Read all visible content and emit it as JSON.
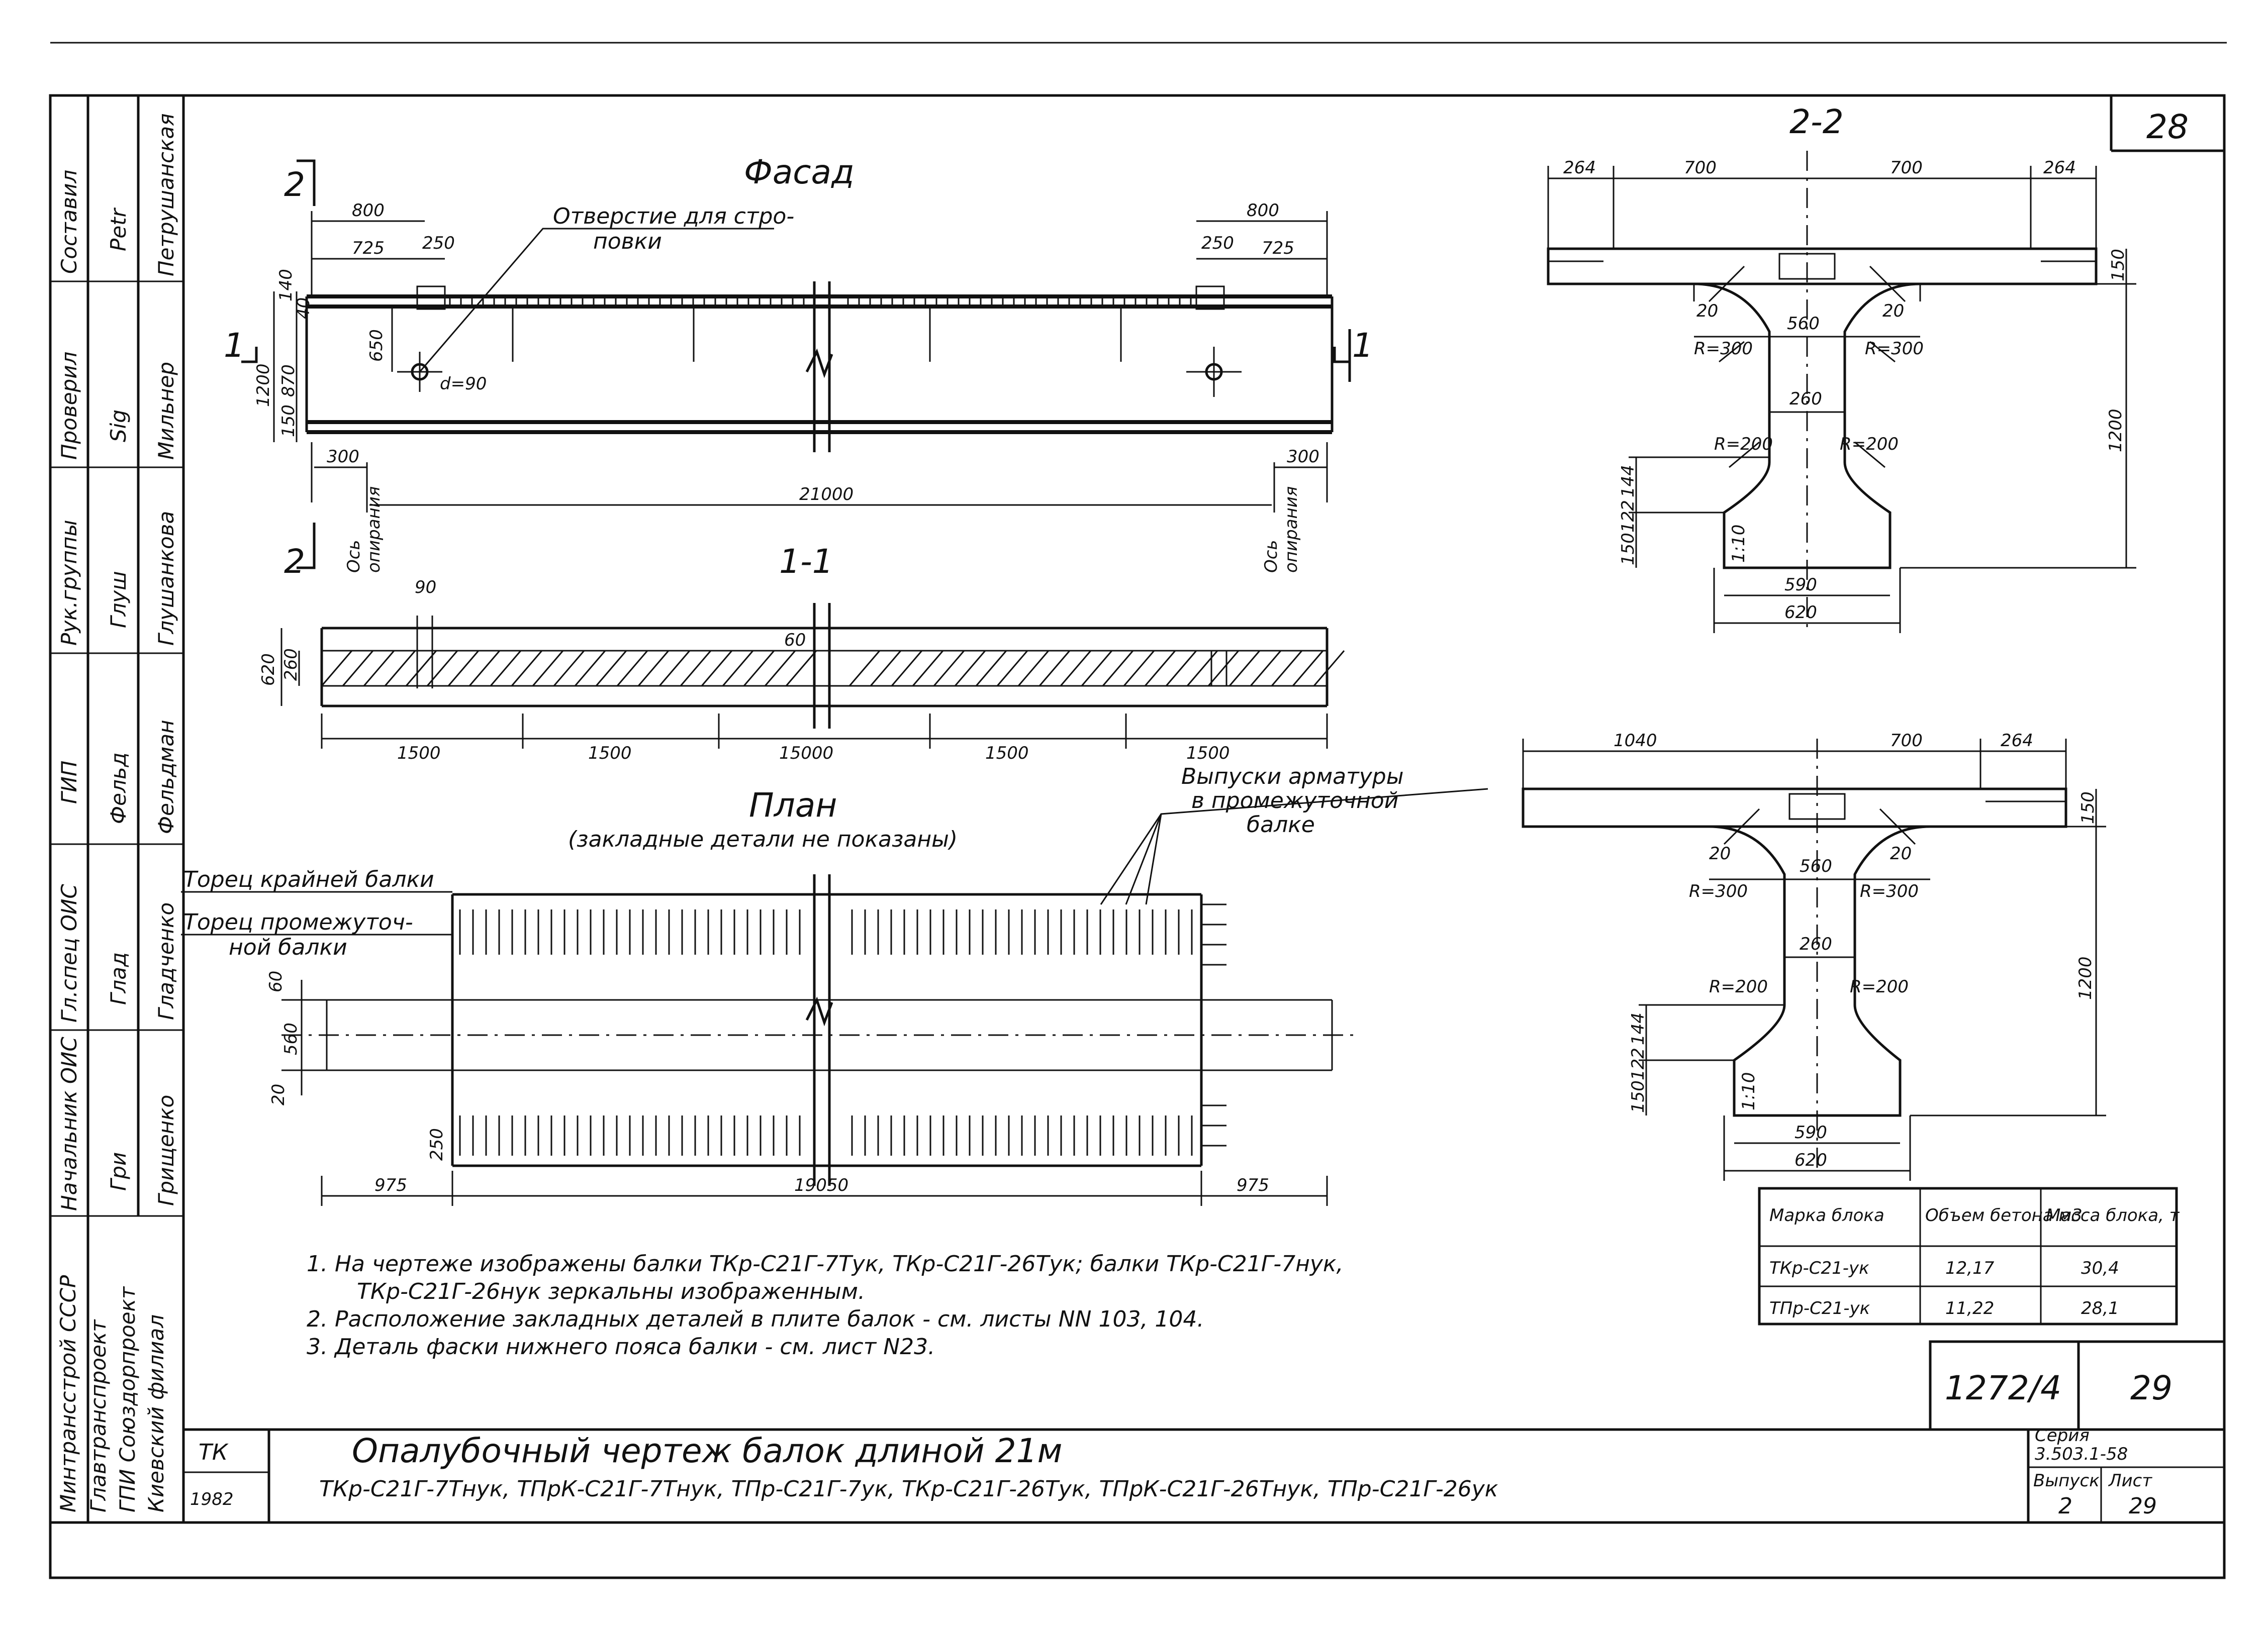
{
  "sheet": {
    "corner_number": "28",
    "doc_number": "1272/4",
    "doc_sheet": "29",
    "series_label": "Серия",
    "series_value": "3.503.1-58",
    "issue_label": "Выпуск",
    "issue_value": "2",
    "list_label": "Лист",
    "list_value": "29",
    "org_code": "ТК",
    "year": "1982",
    "title_line1": "Опалубочный чертеж балок длиной 21м",
    "title_line2": "ТКр-С21Г-7Тнук, ТПрК-С21Г-7Тнук, ТПр-С21Г-7ук, ТКр-С21Г-26Тук, ТПрК-С21Г-26Тнук, ТПр-С21Г-26ук"
  },
  "stamp": {
    "org_lines": [
      "Минтрансстрой СССР",
      "Главтранспроект",
      "ГПИ Союздорпроект",
      "Киевский филиал"
    ],
    "rows": [
      {
        "role": "Составил",
        "sign": "Petr",
        "name": "Петрушанская"
      },
      {
        "role": "Проверил",
        "sign": "Sig",
        "name": "Мильнер"
      },
      {
        "role": "Рук.группы",
        "sign": "Глуш",
        "name": "Глушанкова"
      },
      {
        "role": "ГИП",
        "sign": "Фельд",
        "name": "Фельдман"
      },
      {
        "role": "Гл.спец ОИС",
        "sign": "Глад",
        "name": "Гладченко"
      },
      {
        "role": "Начальник ОИС",
        "sign": "Гри",
        "name": "Грищенко"
      }
    ]
  },
  "views": {
    "facade": {
      "title": "Фасад",
      "hole_label_1": "Отверстие для стро-",
      "hole_label_2": "повки",
      "d_hole": "d=90",
      "dims": {
        "d800l": "800",
        "d725l": "725",
        "d250l": "250",
        "d800r": "800",
        "d725r": "725",
        "d250r": "250",
        "d140": "140",
        "d40": "40",
        "d650": "650",
        "d870": "870",
        "d1200": "1200",
        "d150": "150",
        "d300l": "300",
        "d300r": "300",
        "d21000": "21000"
      },
      "axis_label_1": "Ось",
      "axis_label_2": "опирания",
      "sec2": "2",
      "sec1": "1"
    },
    "section11": {
      "title": "1-1",
      "dims": {
        "d90": "90",
        "d60": "60",
        "d620": "620",
        "d260": "260",
        "s1": "1500",
        "s2": "1500",
        "s3": "15000",
        "s4": "1500",
        "s5": "1500"
      }
    },
    "plan": {
      "title": "План",
      "subtitle": "(закладные детали не показаны)",
      "label_end_outer": "Торец крайней балки",
      "label_end_mid_1": "Торец промежуточ-",
      "label_end_mid_2": "ной балки",
      "label_rebar_1": "Выпуски арматуры",
      "label_rebar_2": "в промежуточной",
      "label_rebar_3": "балке",
      "dims": {
        "d60": "60",
        "d560": "560",
        "d20": "20",
        "d250": "250",
        "d975l": "975",
        "d19050": "19050",
        "d975r": "975"
      }
    },
    "section22": {
      "title": "2-2",
      "dims": {
        "d264l": "264",
        "d700l": "700",
        "d700r": "700",
        "d264r": "264",
        "d150": "150",
        "d20l": "20",
        "d560": "560",
        "d20r": "20",
        "r300l": "R=300",
        "r300r": "R=300",
        "d260": "260",
        "r200l": "R=200",
        "r200r": "R=200",
        "d144": "144",
        "d122": "122",
        "d150b": "150",
        "d1200": "1200",
        "d590": "590",
        "d620": "620",
        "slope": "1:10"
      }
    },
    "section_edge": {
      "dims": {
        "d1040": "1040",
        "d700": "700",
        "d264": "264",
        "d150": "150",
        "d20l": "20",
        "d560": "560",
        "d20r": "20",
        "r300l": "R=300",
        "r300r": "R=300",
        "d260": "260",
        "r200l": "R=200",
        "r200r": "R=200",
        "d144": "144",
        "d122": "122",
        "d150b": "150",
        "d1200": "1200",
        "d590": "590",
        "d620": "620",
        "slope": "1:10"
      }
    }
  },
  "table": {
    "headers": [
      "Марка блока",
      "Объем бетона м3",
      "Масса блока, т"
    ],
    "rows": [
      [
        "ТКр-С21-ук",
        "12,17",
        "30,4"
      ],
      [
        "ТПр-С21-ук",
        "11,22",
        "28,1"
      ]
    ]
  },
  "notes": [
    "1. На чертеже изображены балки ТКр-С21Г-7Тук, ТКр-С21Г-26Тук; балки ТКр-С21Г-7нук,",
    "ТКр-С21Г-26нук зеркальны изображенным.",
    "2. Расположение закладных деталей в плите балок - см. листы NN 103, 104.",
    "3. Деталь фаски нижнего пояса балки - см. лист N23."
  ]
}
